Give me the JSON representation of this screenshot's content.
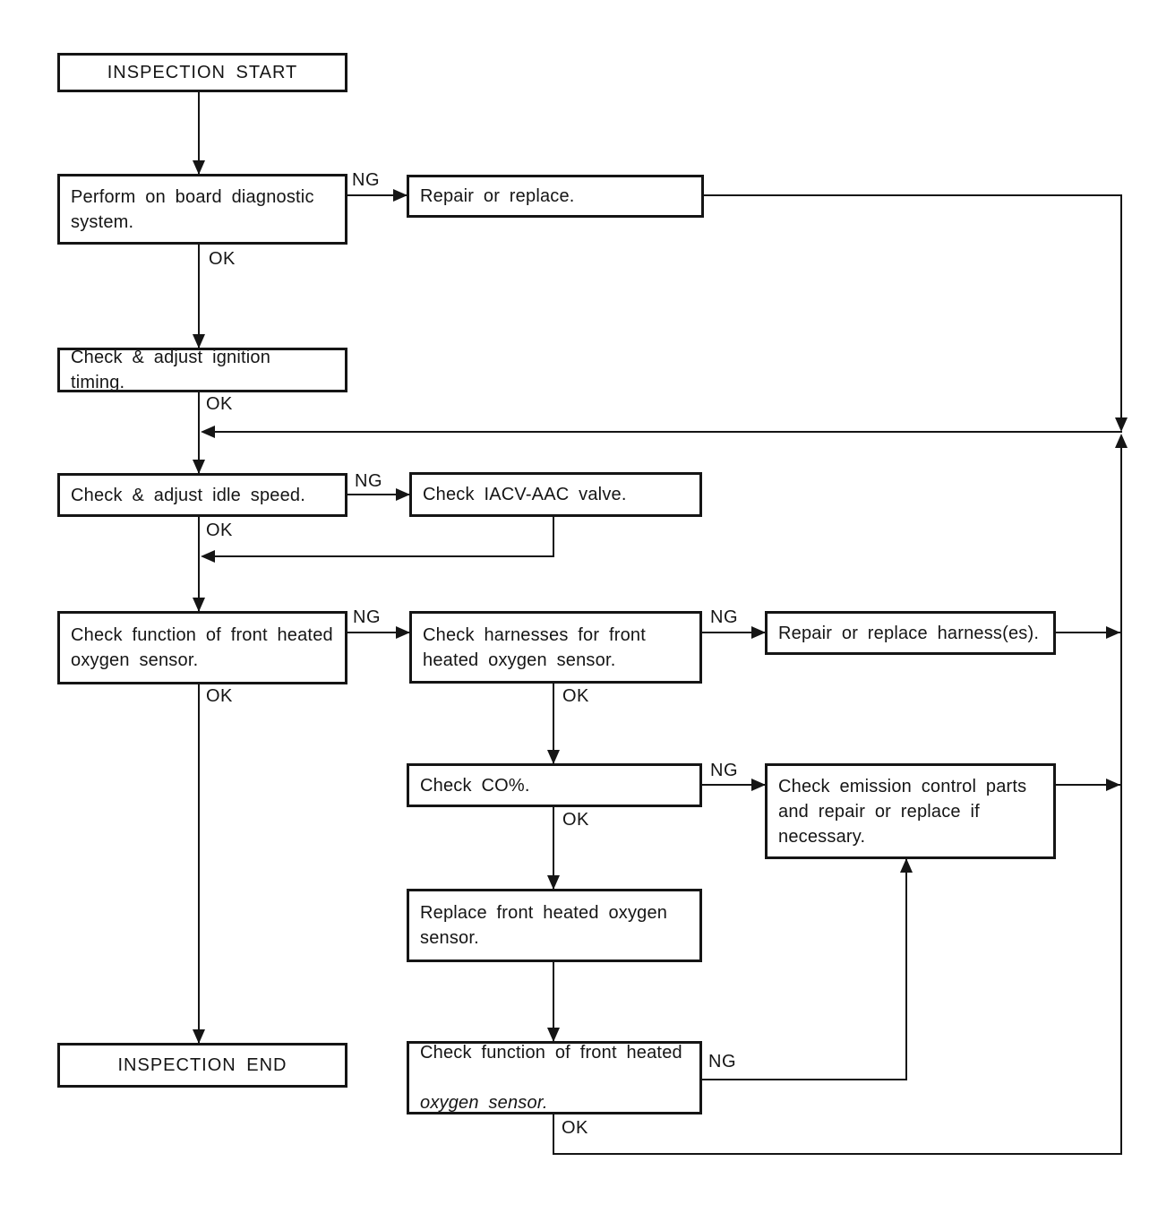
{
  "labels": {
    "ok": "OK",
    "ng": "NG"
  },
  "nodes": {
    "start": "INSPECTION START",
    "obd": "Perform on board diagnostic\nsystem.",
    "repair1": "Repair or replace.",
    "timing": "Check & adjust ignition timing.",
    "idle": "Check & adjust idle speed.",
    "iacv": "Check IACV-AAC valve.",
    "o2func1": "Check function of front heated\noxygen sensor.",
    "harness": "Check harnesses for front\nheated oxygen sensor.",
    "repair2": "Repair or replace harness(es).",
    "co": "Check CO%.",
    "emission": "Check emission control parts\nand repair or replace if\nnecessary.",
    "replace": "Replace front heated oxygen\nsensor.",
    "end": "INSPECTION END",
    "o2func2_line1": "Check function of front heated",
    "o2func2_line2": "oxygen sensor."
  }
}
